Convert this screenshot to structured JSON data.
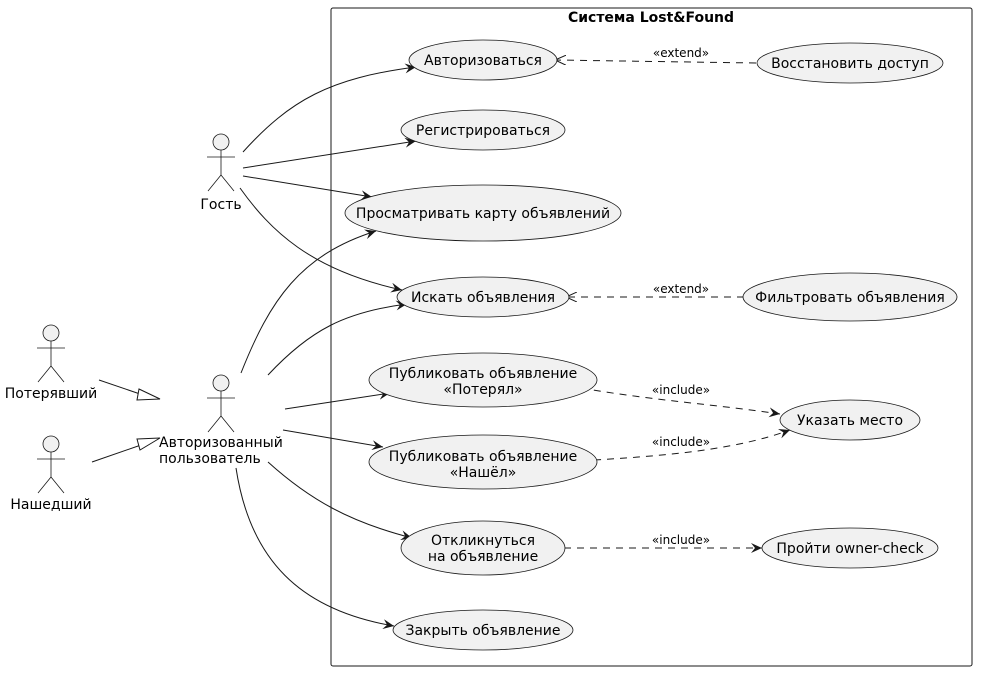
{
  "system": {
    "title": "Система Lost&Found"
  },
  "actors": {
    "guest": "Гость",
    "lost": "Потерявший",
    "found": "Нашедший",
    "auth_line1": "Авторизованный",
    "auth_line2": "пользователь"
  },
  "use_cases": {
    "login": "Авторизоваться",
    "restore": "Восстановить доступ",
    "register": "Регистрироваться",
    "view_map": "Просматривать карту объявлений",
    "search": "Искать объявления",
    "filter": "Фильтровать объявления",
    "publish_lost_1": "Публиковать объявление",
    "publish_lost_2": "«Потерял»",
    "publish_found_1": "Публиковать объявление",
    "publish_found_2": "«Нашёл»",
    "set_place": "Указать место",
    "respond_1": "Откликнуться",
    "respond_2": "на объявление",
    "owner_check": "Пройти owner-check",
    "close": "Закрыть объявление"
  },
  "relations": {
    "extend_login": "«extend»",
    "extend_search": "«extend»",
    "include_lost": "«include»",
    "include_found": "«include»",
    "include_respond": "«include»"
  }
}
